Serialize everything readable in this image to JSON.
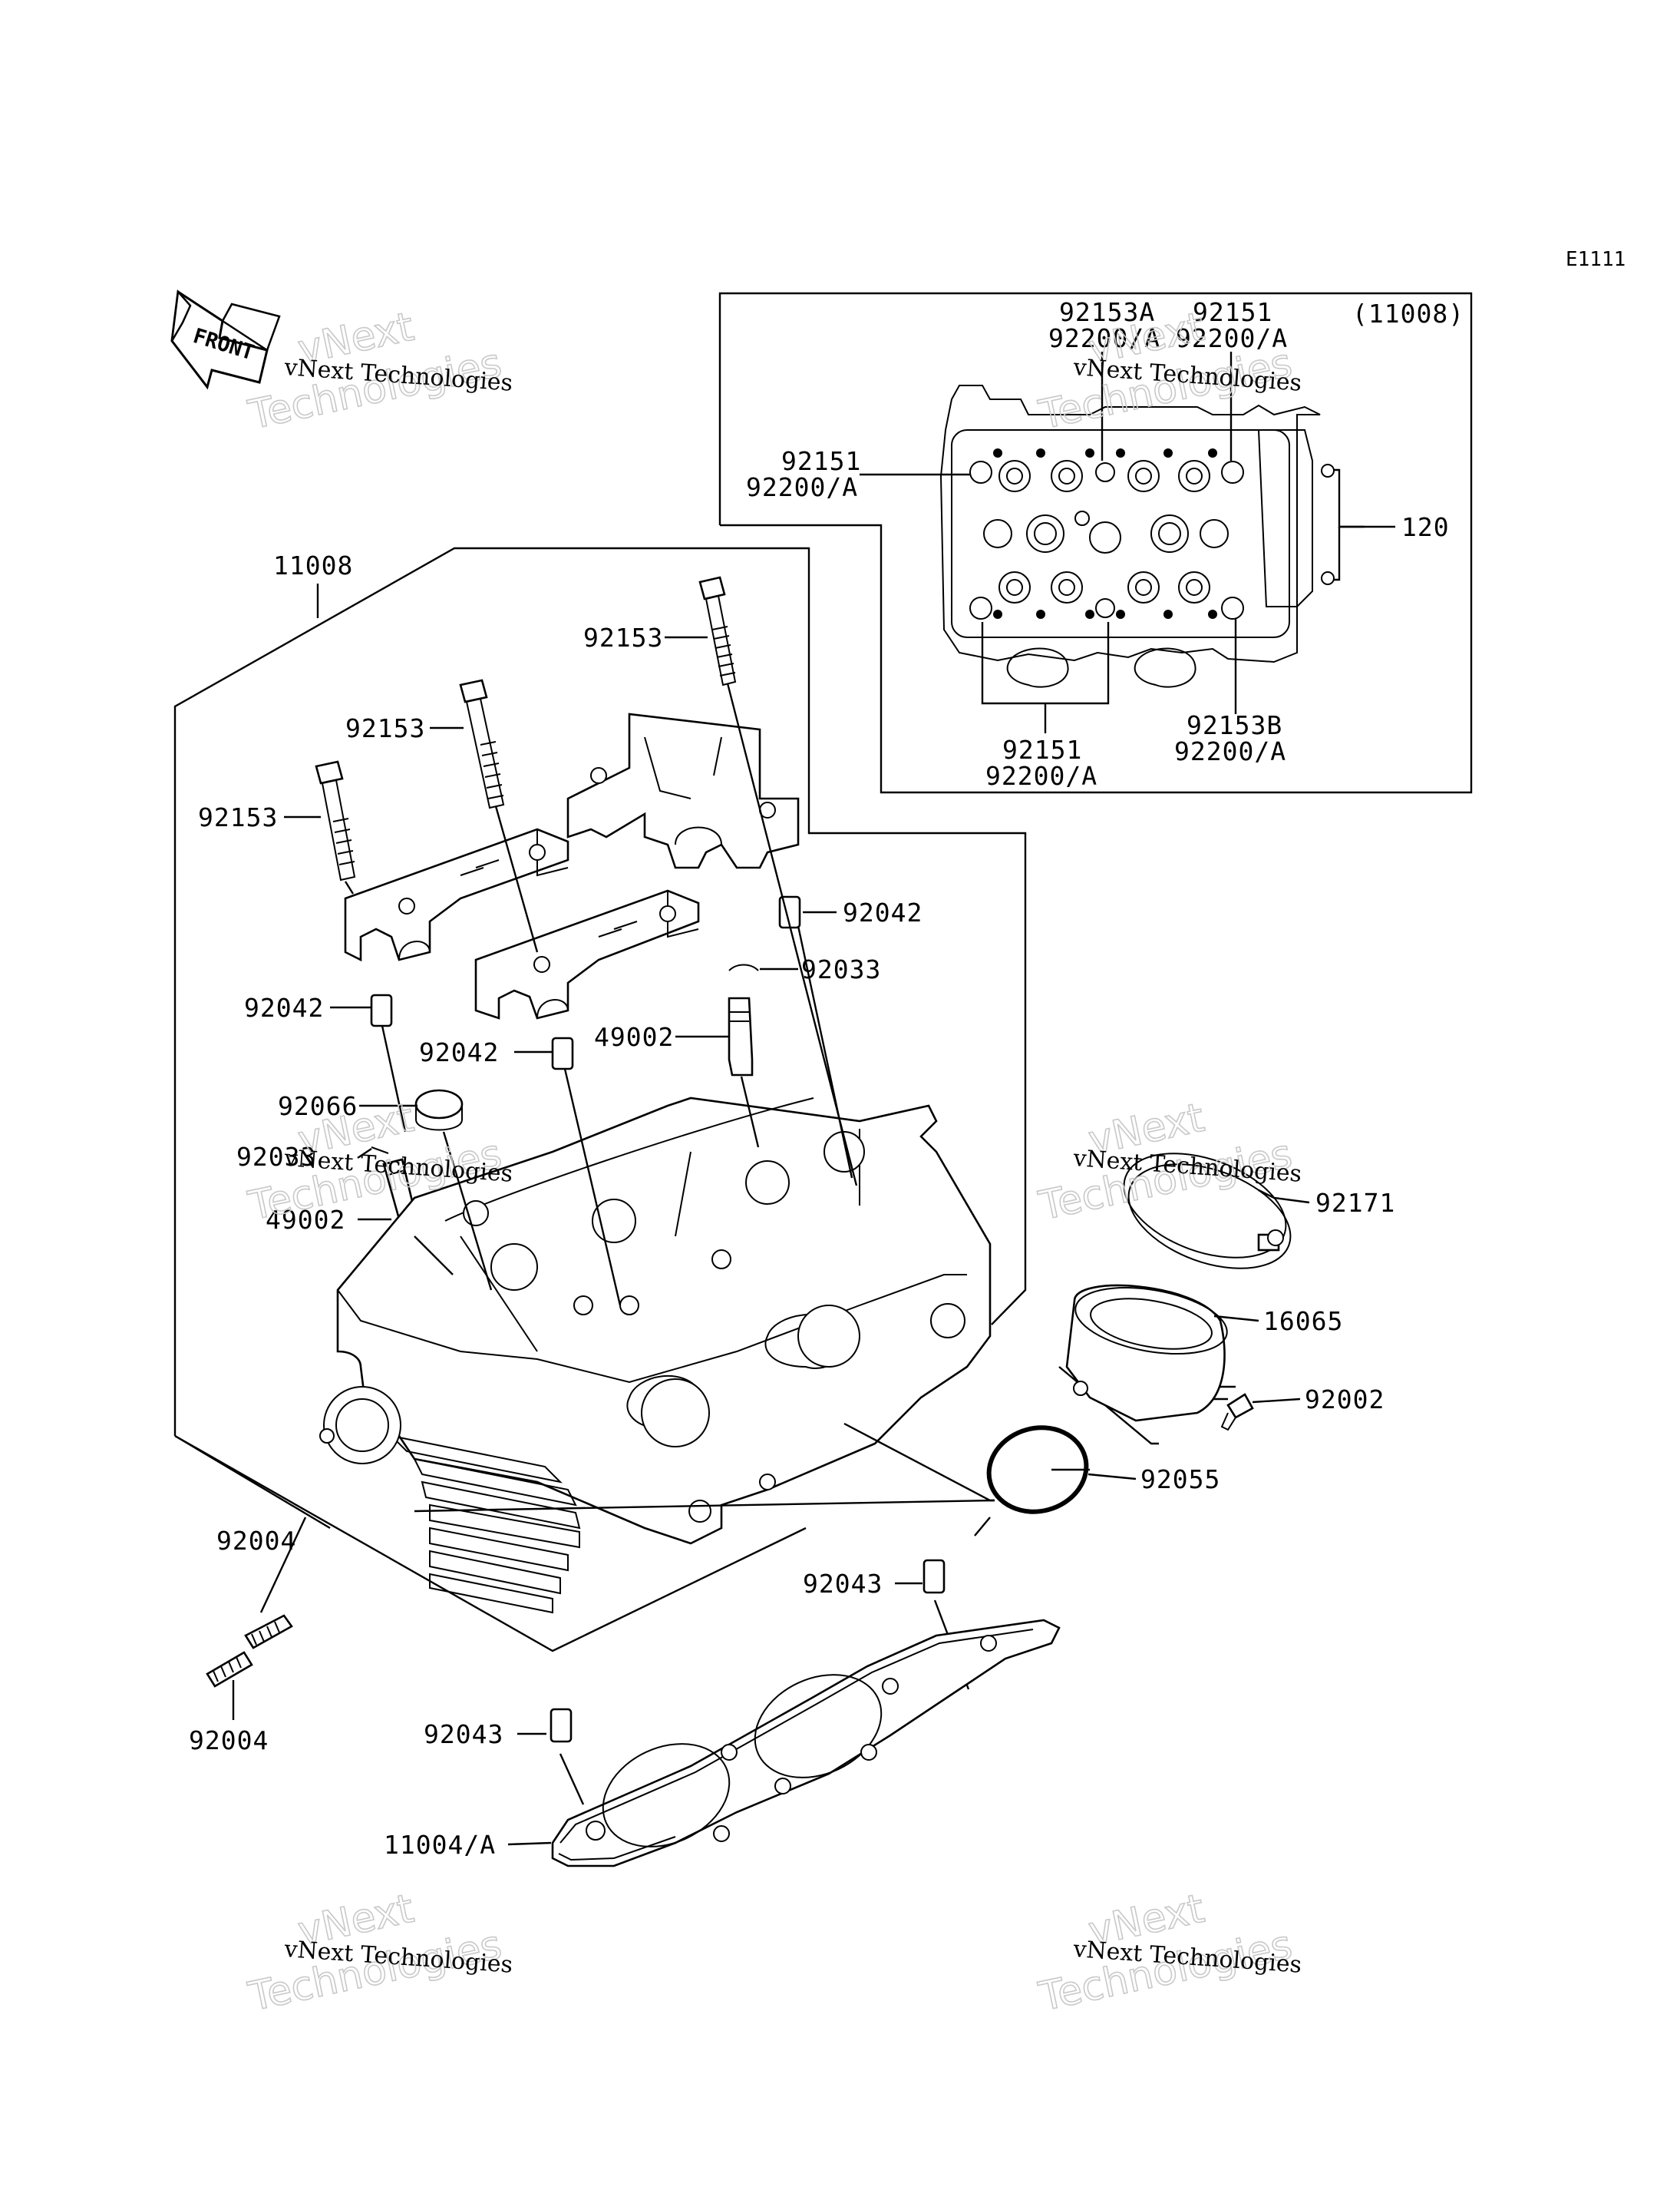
{
  "diagram": {
    "code": "E1111",
    "front_label": "FRONT",
    "inset_ref": "(11008)",
    "watermark": {
      "primary": "vNext Technologies",
      "outline_a": "vNext",
      "outline_b": "Technologies"
    },
    "callouts": {
      "inset_92153a": "92153A",
      "inset_92200a_1": "92200/A",
      "inset_92151_top": "92151",
      "inset_92200a_2": "92200/A",
      "inset_92151_left": "92151",
      "inset_92200a_left": "92200/A",
      "inset_120": "120",
      "inset_92151_bottom": "92151",
      "inset_92200a_bottom": "92200/A",
      "inset_92153b": "92153B",
      "inset_92200a_b": "92200/A",
      "p11008": "11008",
      "p92153_a": "92153",
      "p92153_b": "92153",
      "p92153_c": "92153",
      "p92042_a": "92042",
      "p92033_a": "92033",
      "p92042_b": "92042",
      "p49002_a": "49002",
      "p92042_c": "92042",
      "p92066": "92066",
      "p92033_b": "92033",
      "p49002_b": "49002",
      "p92171": "92171",
      "p16065": "16065",
      "p92002": "92002",
      "p92055": "92055",
      "p92004_a": "92004",
      "p92043_a": "92043",
      "p92004_b": "92004",
      "p92043_b": "92043",
      "p11004a": "11004/A"
    }
  }
}
